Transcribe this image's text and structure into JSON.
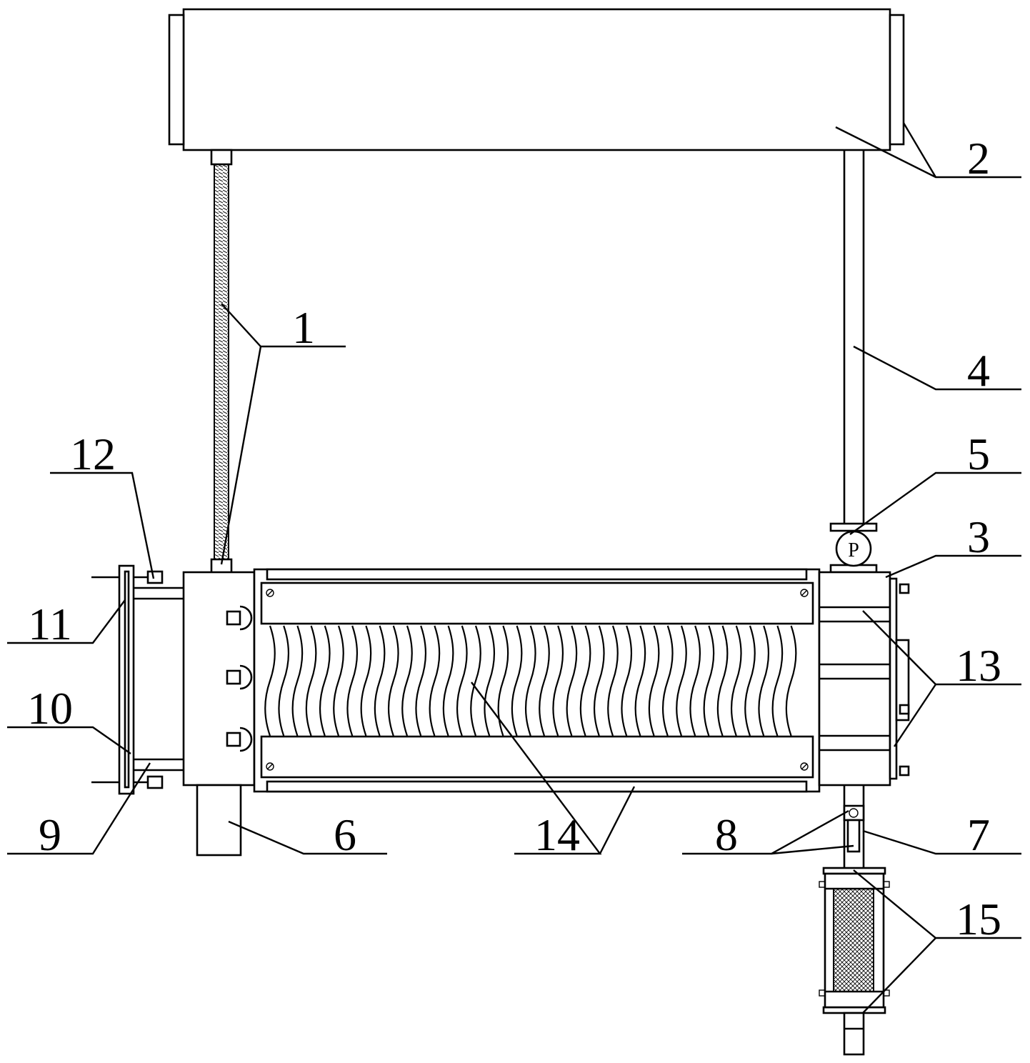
{
  "pump_symbol": "P",
  "labels": {
    "l1": "1",
    "l2": "2",
    "l3": "3",
    "l4": "4",
    "l5": "5",
    "l6": "6",
    "l7": "7",
    "l8": "8",
    "l9": "9",
    "l10": "10",
    "l11": "11",
    "l12": "12",
    "l13": "13",
    "l14": "14",
    "l15": "15"
  }
}
